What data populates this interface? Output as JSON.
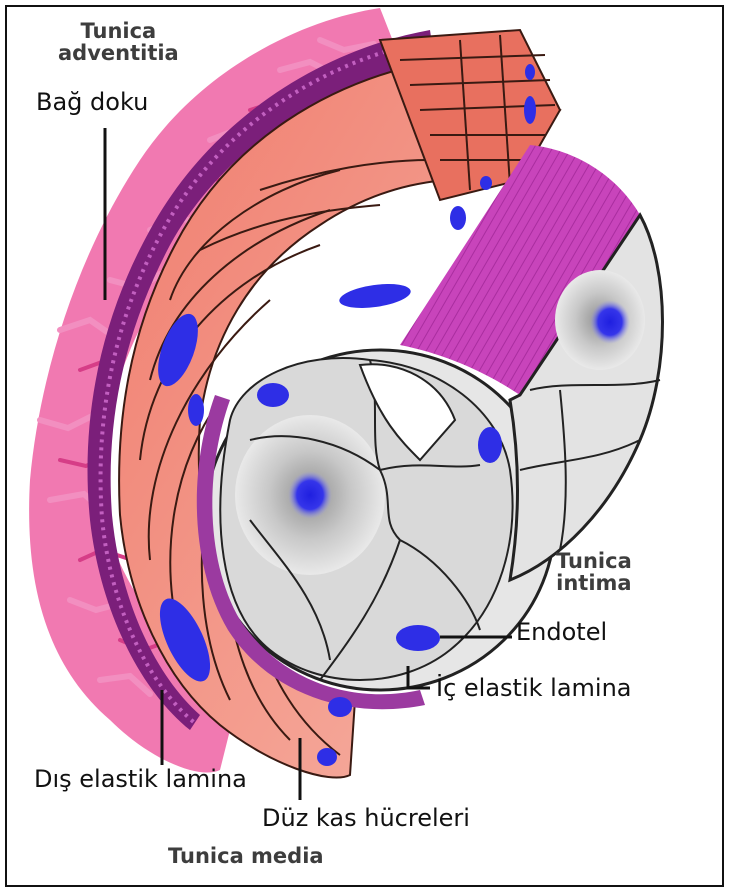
{
  "labels": {
    "tunica_adventitia": "Tunica\nadventitia",
    "bag_doku": "Bağ doku",
    "tunica_intima": "Tunica\nintima",
    "endotel": "Endotel",
    "ic_elastik_lamina": "İç elastik lamina",
    "dis_elastik_lamina": "Dış elastik lamina",
    "duz_kas_hucreleri": "Düz kas hücreleri",
    "tunica_media": "Tunica media"
  },
  "colors": {
    "adventitia": "#e5559a",
    "outer_elastic": "#8e2a86",
    "media_light": "#f3a898",
    "media_dark": "#e87a6c",
    "intima_band": "#c542b8",
    "endothelium": "#e8e8e8",
    "nucleus": "#2e2ee6"
  }
}
